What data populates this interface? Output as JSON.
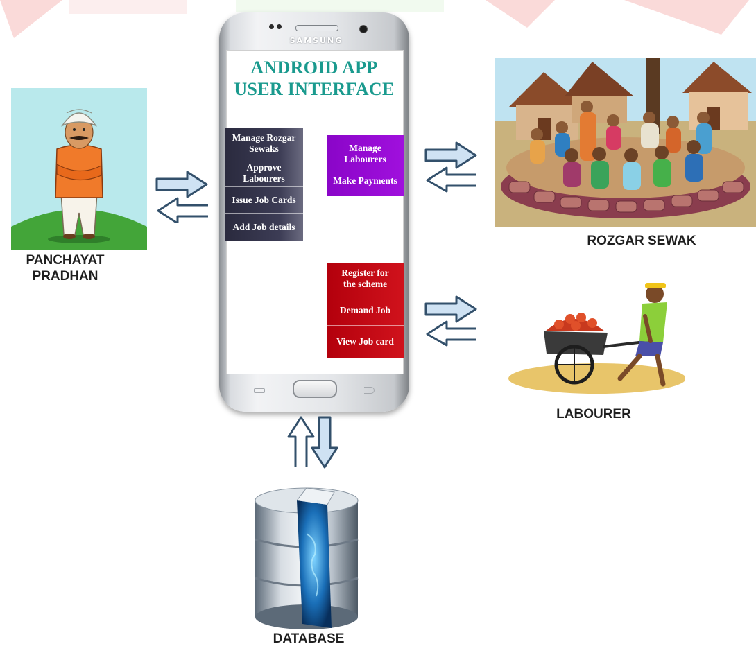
{
  "app": {
    "brand": "SAMSUNG",
    "title_line1": "ANDROID APP",
    "title_line2": "USER INTERFACE"
  },
  "menus": {
    "pradhan": [
      "Manage Rozgar Sewaks",
      "Approve Labourers",
      "Issue Job Cards",
      "Add Job details"
    ],
    "sewak": [
      "Manage Labourers",
      "Make Payments"
    ],
    "labourer": [
      "Register for the scheme",
      "Demand Job",
      "View Job card"
    ]
  },
  "actors": {
    "pradhan": "PANCHAYAT PRADHAN",
    "pradhan_line1": "PANCHAYAT",
    "pradhan_line2": "PRADHAN",
    "sewak": "ROZGAR SEWAK",
    "labourer": "LABOURER",
    "database": "DATABASE"
  },
  "colors": {
    "title": "#1a9a8e",
    "pradhan_menu": "#2a2a3e",
    "sewak_menu": "#9b0bd6",
    "labourer_menu": "#c4000f",
    "arrow_fill": "#cfe2f3",
    "arrow_stroke": "#33506b"
  }
}
